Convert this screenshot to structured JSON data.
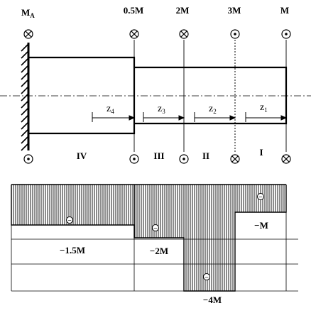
{
  "moments": {
    "ma": {
      "main": "M",
      "sub": "A"
    },
    "m05": "0.5M",
    "m2": "2M",
    "m3": "3M",
    "m1": "M"
  },
  "sections": {
    "iv": "IV",
    "iii": "III",
    "ii": "II",
    "i": "I"
  },
  "coords": {
    "z4": {
      "main": "z",
      "sub": "4"
    },
    "z3": {
      "main": "z",
      "sub": "3"
    },
    "z2": {
      "main": "z",
      "sub": "2"
    },
    "z1": {
      "main": "z",
      "sub": "1"
    }
  },
  "diagram": {
    "v_m1": "−M",
    "v_m15": "−1.5M",
    "v_m2": "−2M",
    "v_m4": "−4M",
    "sign_minus": "−"
  },
  "colors": {
    "ink": "#000000",
    "background": "#ffffff"
  },
  "icons": {
    "dot": "circle-dot-icon",
    "cross": "circle-cross-icon"
  }
}
